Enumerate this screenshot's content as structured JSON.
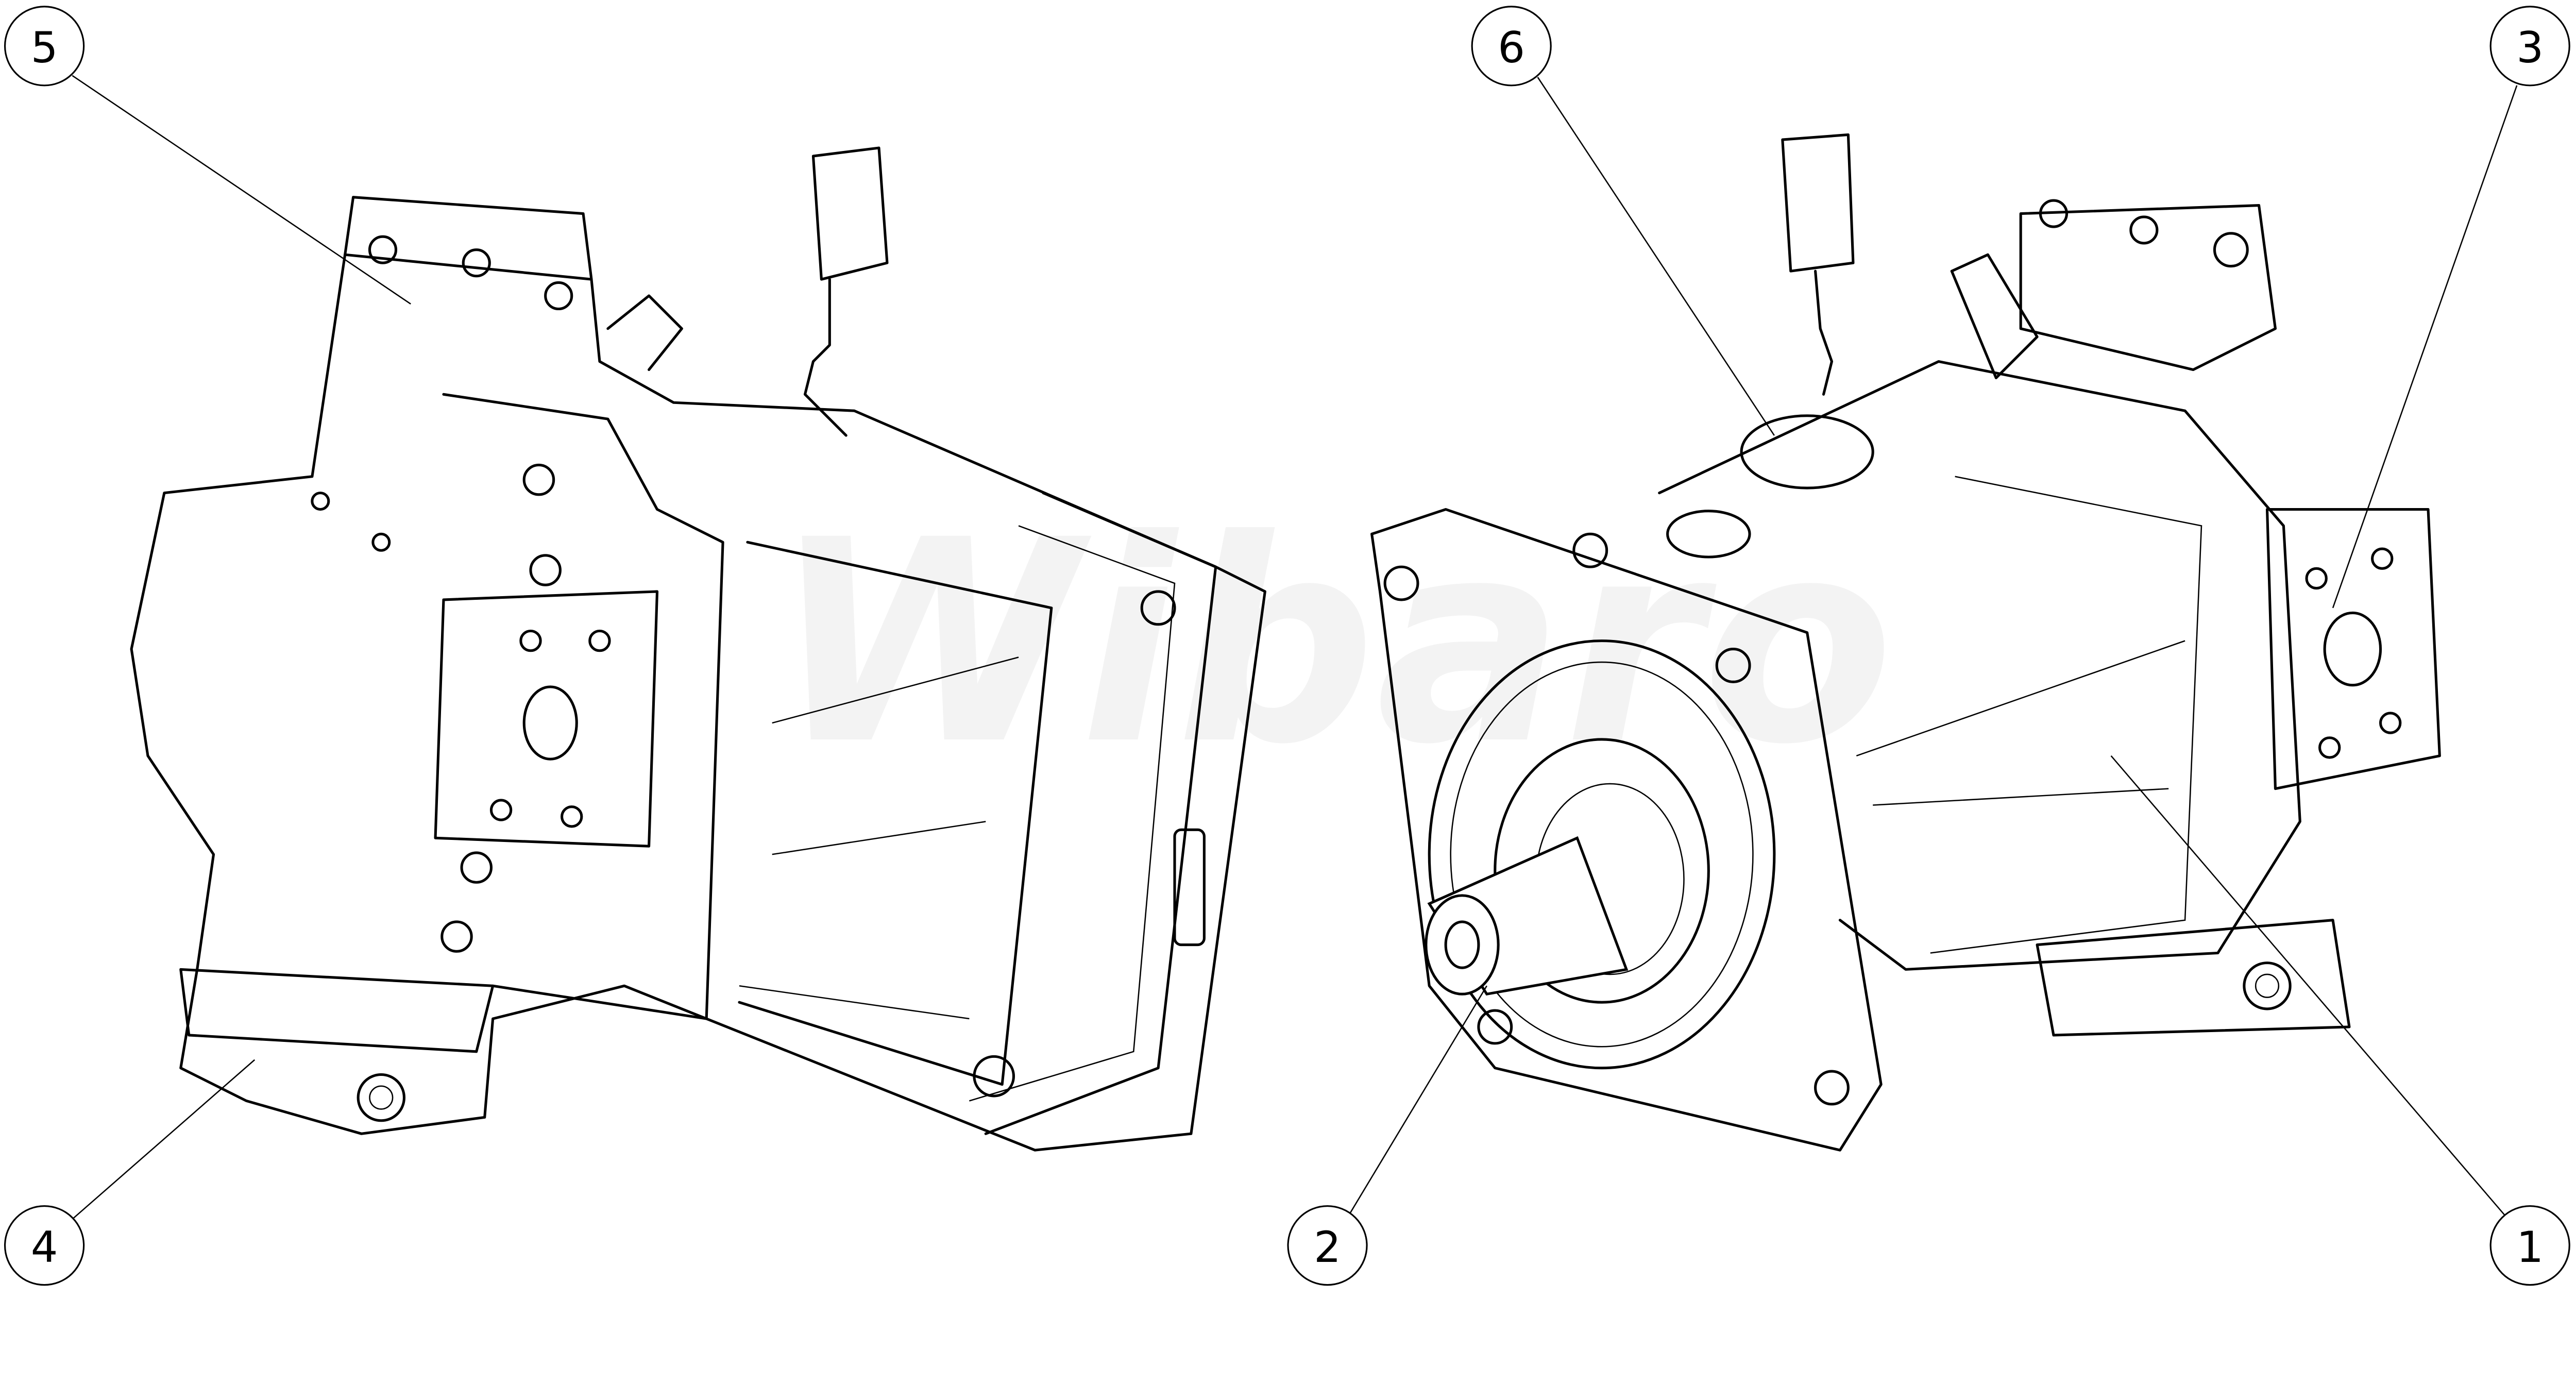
{
  "title": "Hydraulic bent-axis motor – part callouts",
  "watermark": "Wibaro",
  "callouts": [
    {
      "id": "1",
      "label": "1"
    },
    {
      "id": "2",
      "label": "2"
    },
    {
      "id": "3",
      "label": "3"
    },
    {
      "id": "4",
      "label": "4"
    },
    {
      "id": "5",
      "label": "5"
    },
    {
      "id": "6",
      "label": "6"
    }
  ]
}
